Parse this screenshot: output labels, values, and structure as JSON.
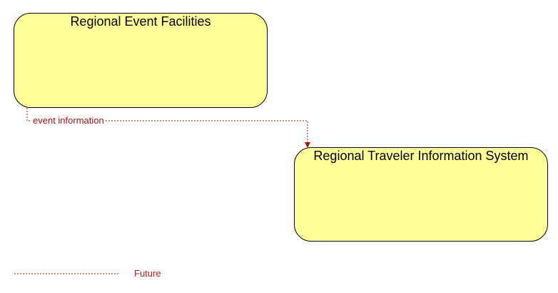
{
  "nodes": {
    "event_facilities": {
      "label": "Regional Event Facilities"
    },
    "traveler_info": {
      "label": "Regional Traveler Information System"
    }
  },
  "flows": {
    "event_information": {
      "label": "event information",
      "status": "Future"
    }
  },
  "legend": {
    "future_label": "Future"
  },
  "colors": {
    "node_fill": "#ffff99",
    "future_flow": "#a31515"
  }
}
